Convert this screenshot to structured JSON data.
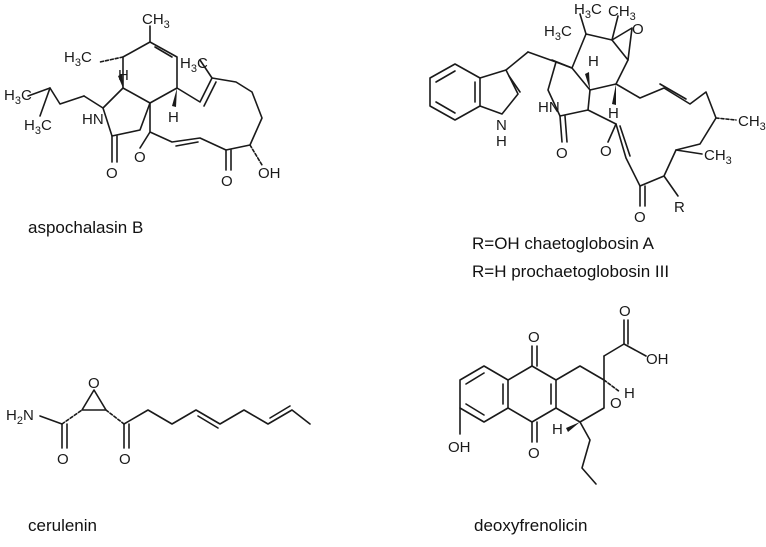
{
  "captions": {
    "aspochalasin": "aspochalasin B",
    "chaetoglobosin": "R=OH chaetoglobosin A",
    "prochaetoglobosin": "R=H prochaetoglobosin III",
    "cerulenin": "cerulenin",
    "deoxyfrenolicin": "deoxyfrenolicin"
  },
  "atoms": {
    "ch3": "CH",
    "h3c": "H",
    "c3": "C",
    "sub3": "3",
    "h": "H",
    "hn": "HN",
    "nh": "N",
    "o": "O",
    "oh": "OH",
    "r": "R",
    "h2n": "H",
    "n": "N",
    "sub2": "2"
  }
}
